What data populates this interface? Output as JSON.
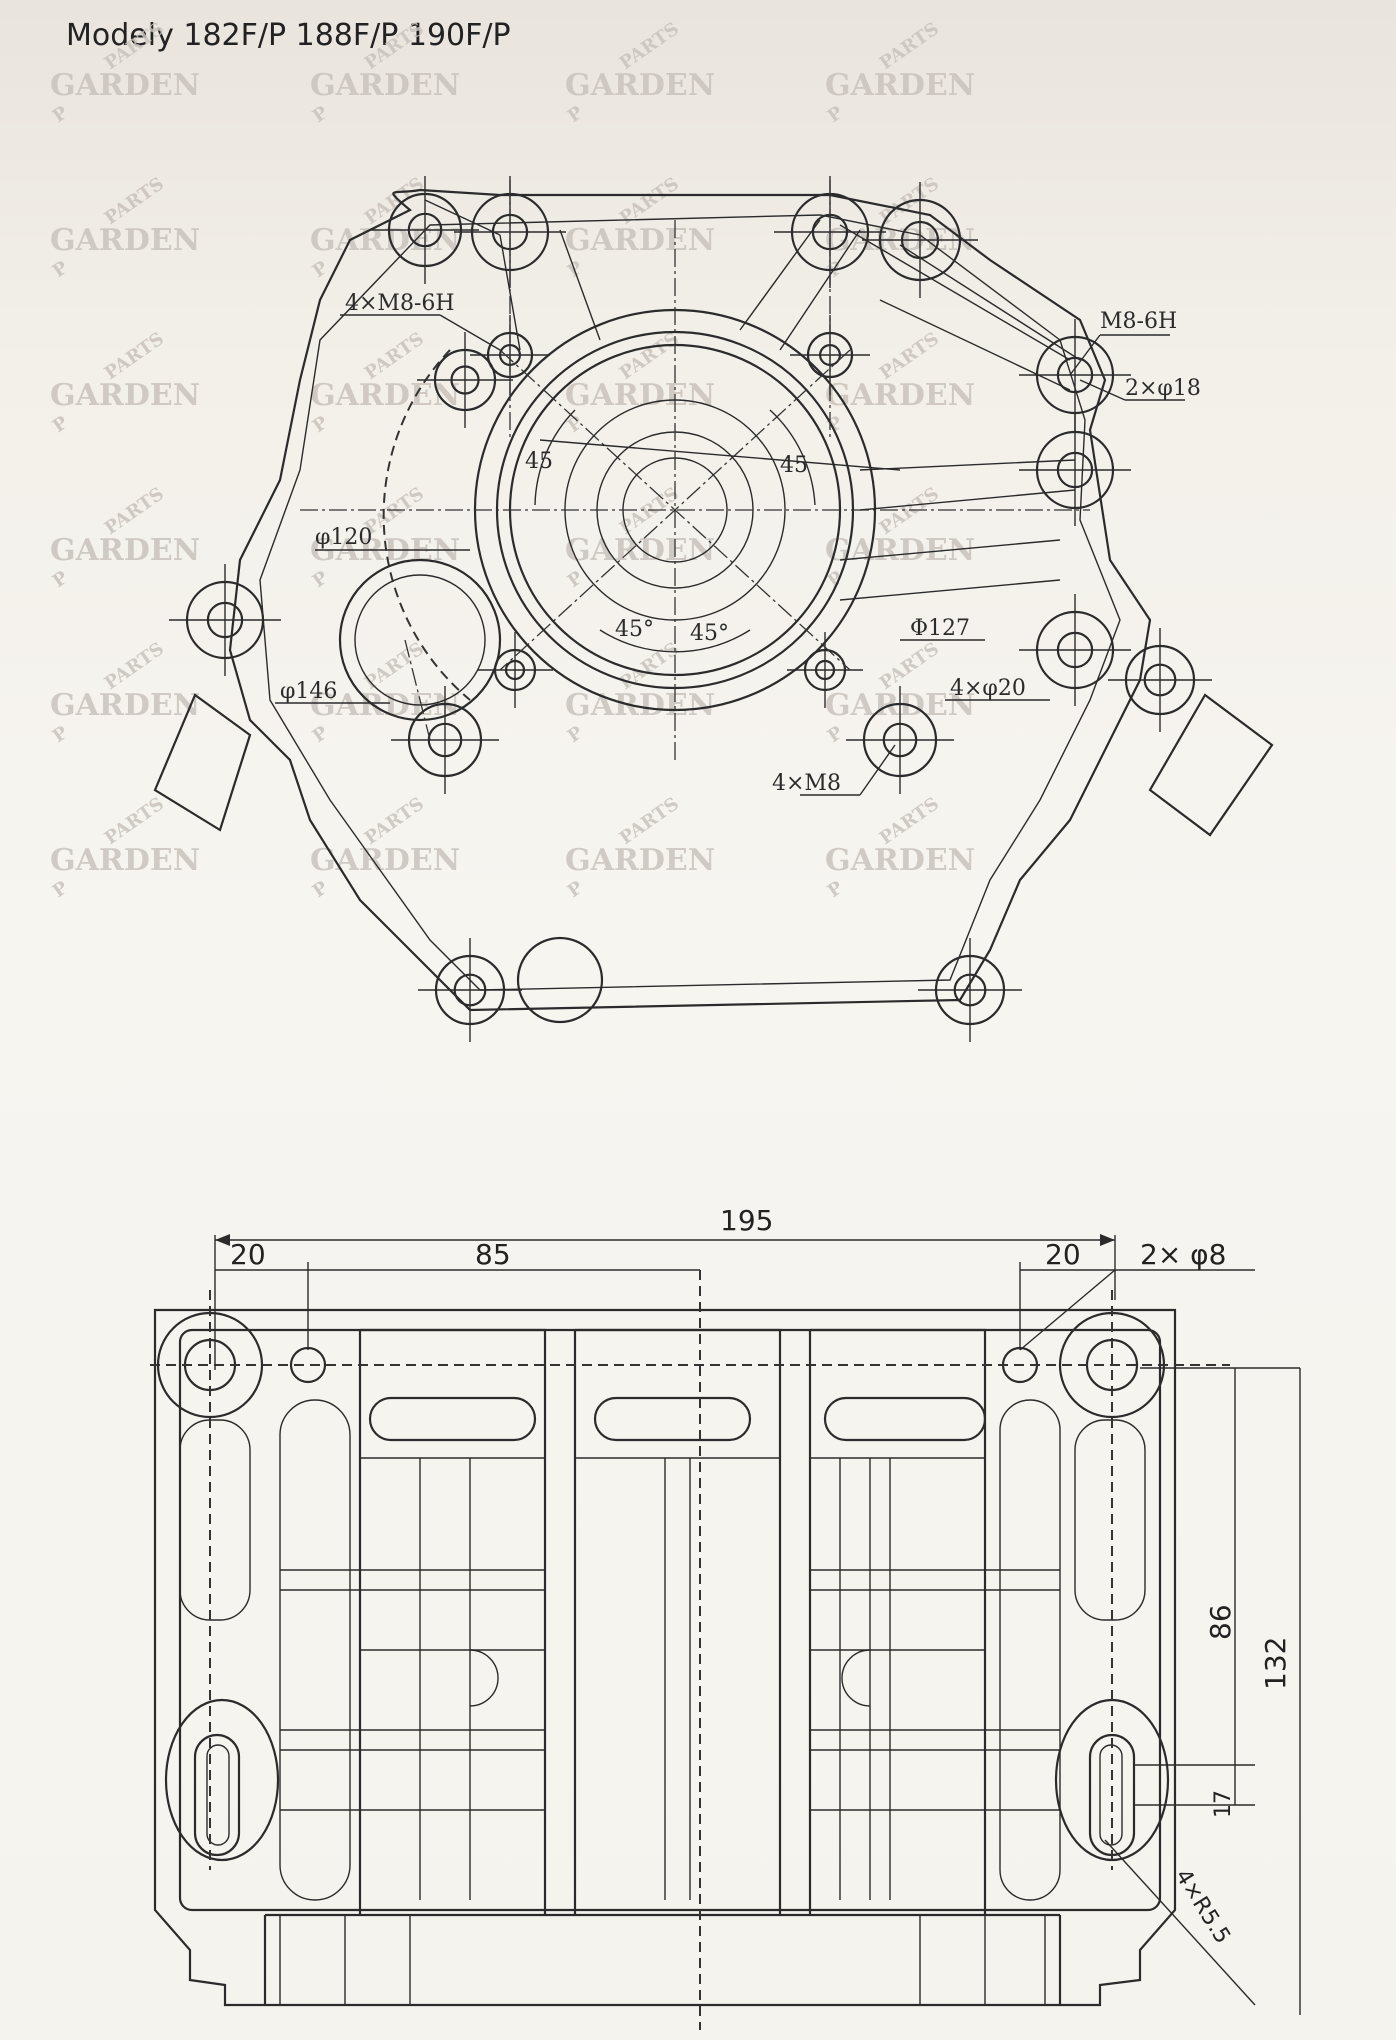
{
  "title": "Modely 182F/P 188F/P 190F/P",
  "watermark": {
    "main": "GARDEN",
    "small_a": "PARTS",
    "small_b": "P"
  },
  "top_view": {
    "labels": {
      "m8_6h_4x": "4×M8-6H",
      "m8_6h": "M8-6H",
      "phi18_2x": "2×φ18",
      "phi120": "φ120",
      "phi127": "Φ127",
      "phi146": "φ146",
      "phi20_4x": "4×φ20",
      "m8_4x": "4×M8",
      "angle_tl": "45",
      "angle_tr": "45",
      "angle_bl": "45°",
      "angle_br": "45°"
    }
  },
  "side_view": {
    "dims": {
      "overall": "195",
      "left_offset": "20",
      "center_offset": "85",
      "right_offset": "20",
      "holes": "2× φ8",
      "height_inner": "86",
      "height_overall": "132",
      "slot_height": "17",
      "slot_radius": "4×R5.5"
    }
  },
  "colors": {
    "line": "#2b2b2b",
    "paper": "#f5f3ee",
    "watermark": "#c9c3bc"
  }
}
